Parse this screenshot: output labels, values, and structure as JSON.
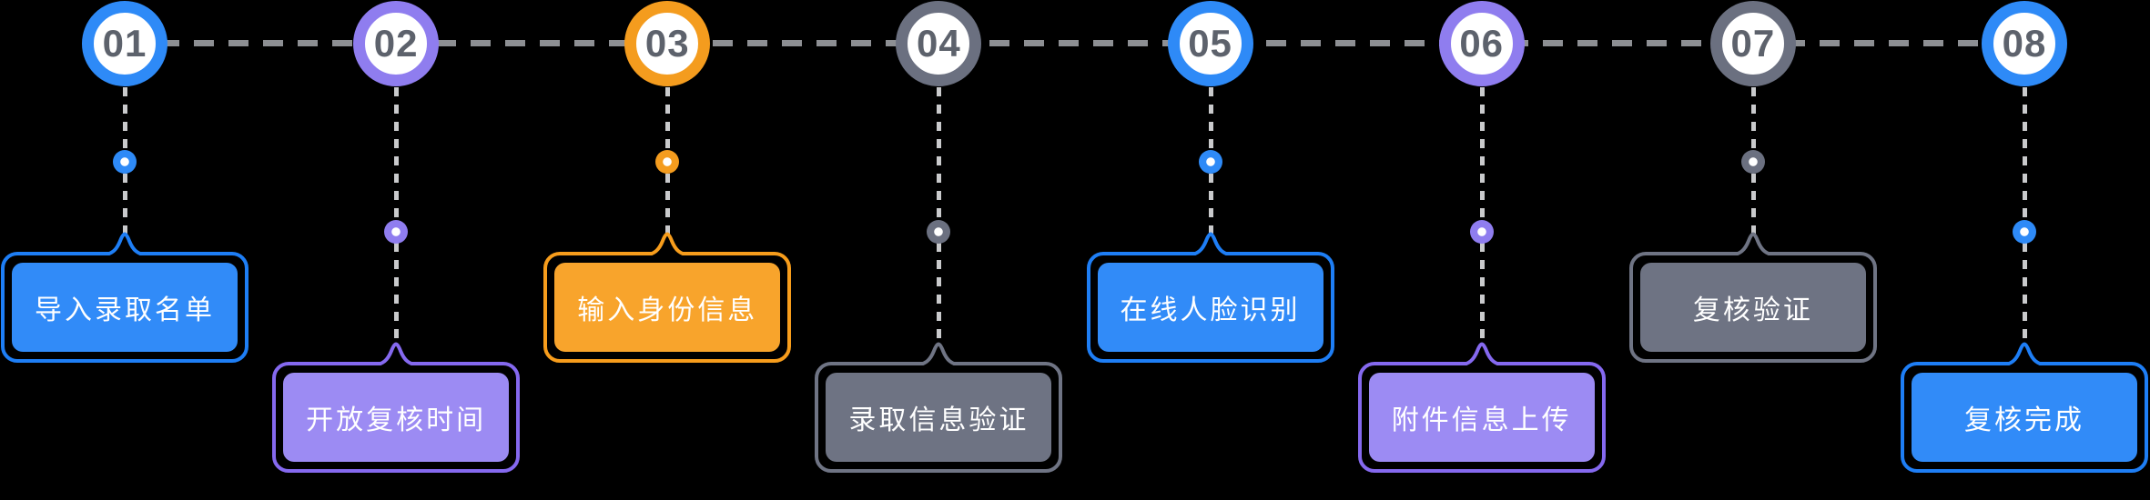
{
  "steps": [
    {
      "number": "01",
      "label": "导入录取名单",
      "color": "blue",
      "elevated": true
    },
    {
      "number": "02",
      "label": "开放复核时间",
      "color": "purple",
      "elevated": false
    },
    {
      "number": "03",
      "label": "输入身份信息",
      "color": "orange",
      "elevated": true
    },
    {
      "number": "04",
      "label": "录取信息验证",
      "color": "gray",
      "elevated": false
    },
    {
      "number": "05",
      "label": "在线人脸识别",
      "color": "blue",
      "elevated": true
    },
    {
      "number": "06",
      "label": "附件信息上传",
      "color": "purple",
      "elevated": false
    },
    {
      "number": "07",
      "label": "复核验证",
      "color": "gray",
      "elevated": true
    },
    {
      "number": "08",
      "label": "复核完成",
      "color": "blue",
      "elevated": false
    }
  ],
  "palette": {
    "blue": {
      "ring": "#2E8AF7",
      "border": "#1E7EF5",
      "fill": "#318BF8"
    },
    "purple": {
      "ring": "#8F7DEF",
      "border": "#8569EF",
      "fill": "#9C8BF3"
    },
    "orange": {
      "ring": "#F49C1E",
      "border": "#F79D1C",
      "fill": "#F8A42C"
    },
    "gray": {
      "ring": "#6B7080",
      "border": "#6F7484",
      "fill": "#6E7383"
    }
  },
  "text_colors": {
    "step_number": "#5D626C",
    "label": "#FFFFFF"
  },
  "line_colors": {
    "horizontal_dash": "#8D8F93",
    "vertical_dash": "#C9CACC"
  },
  "background": "#000000"
}
